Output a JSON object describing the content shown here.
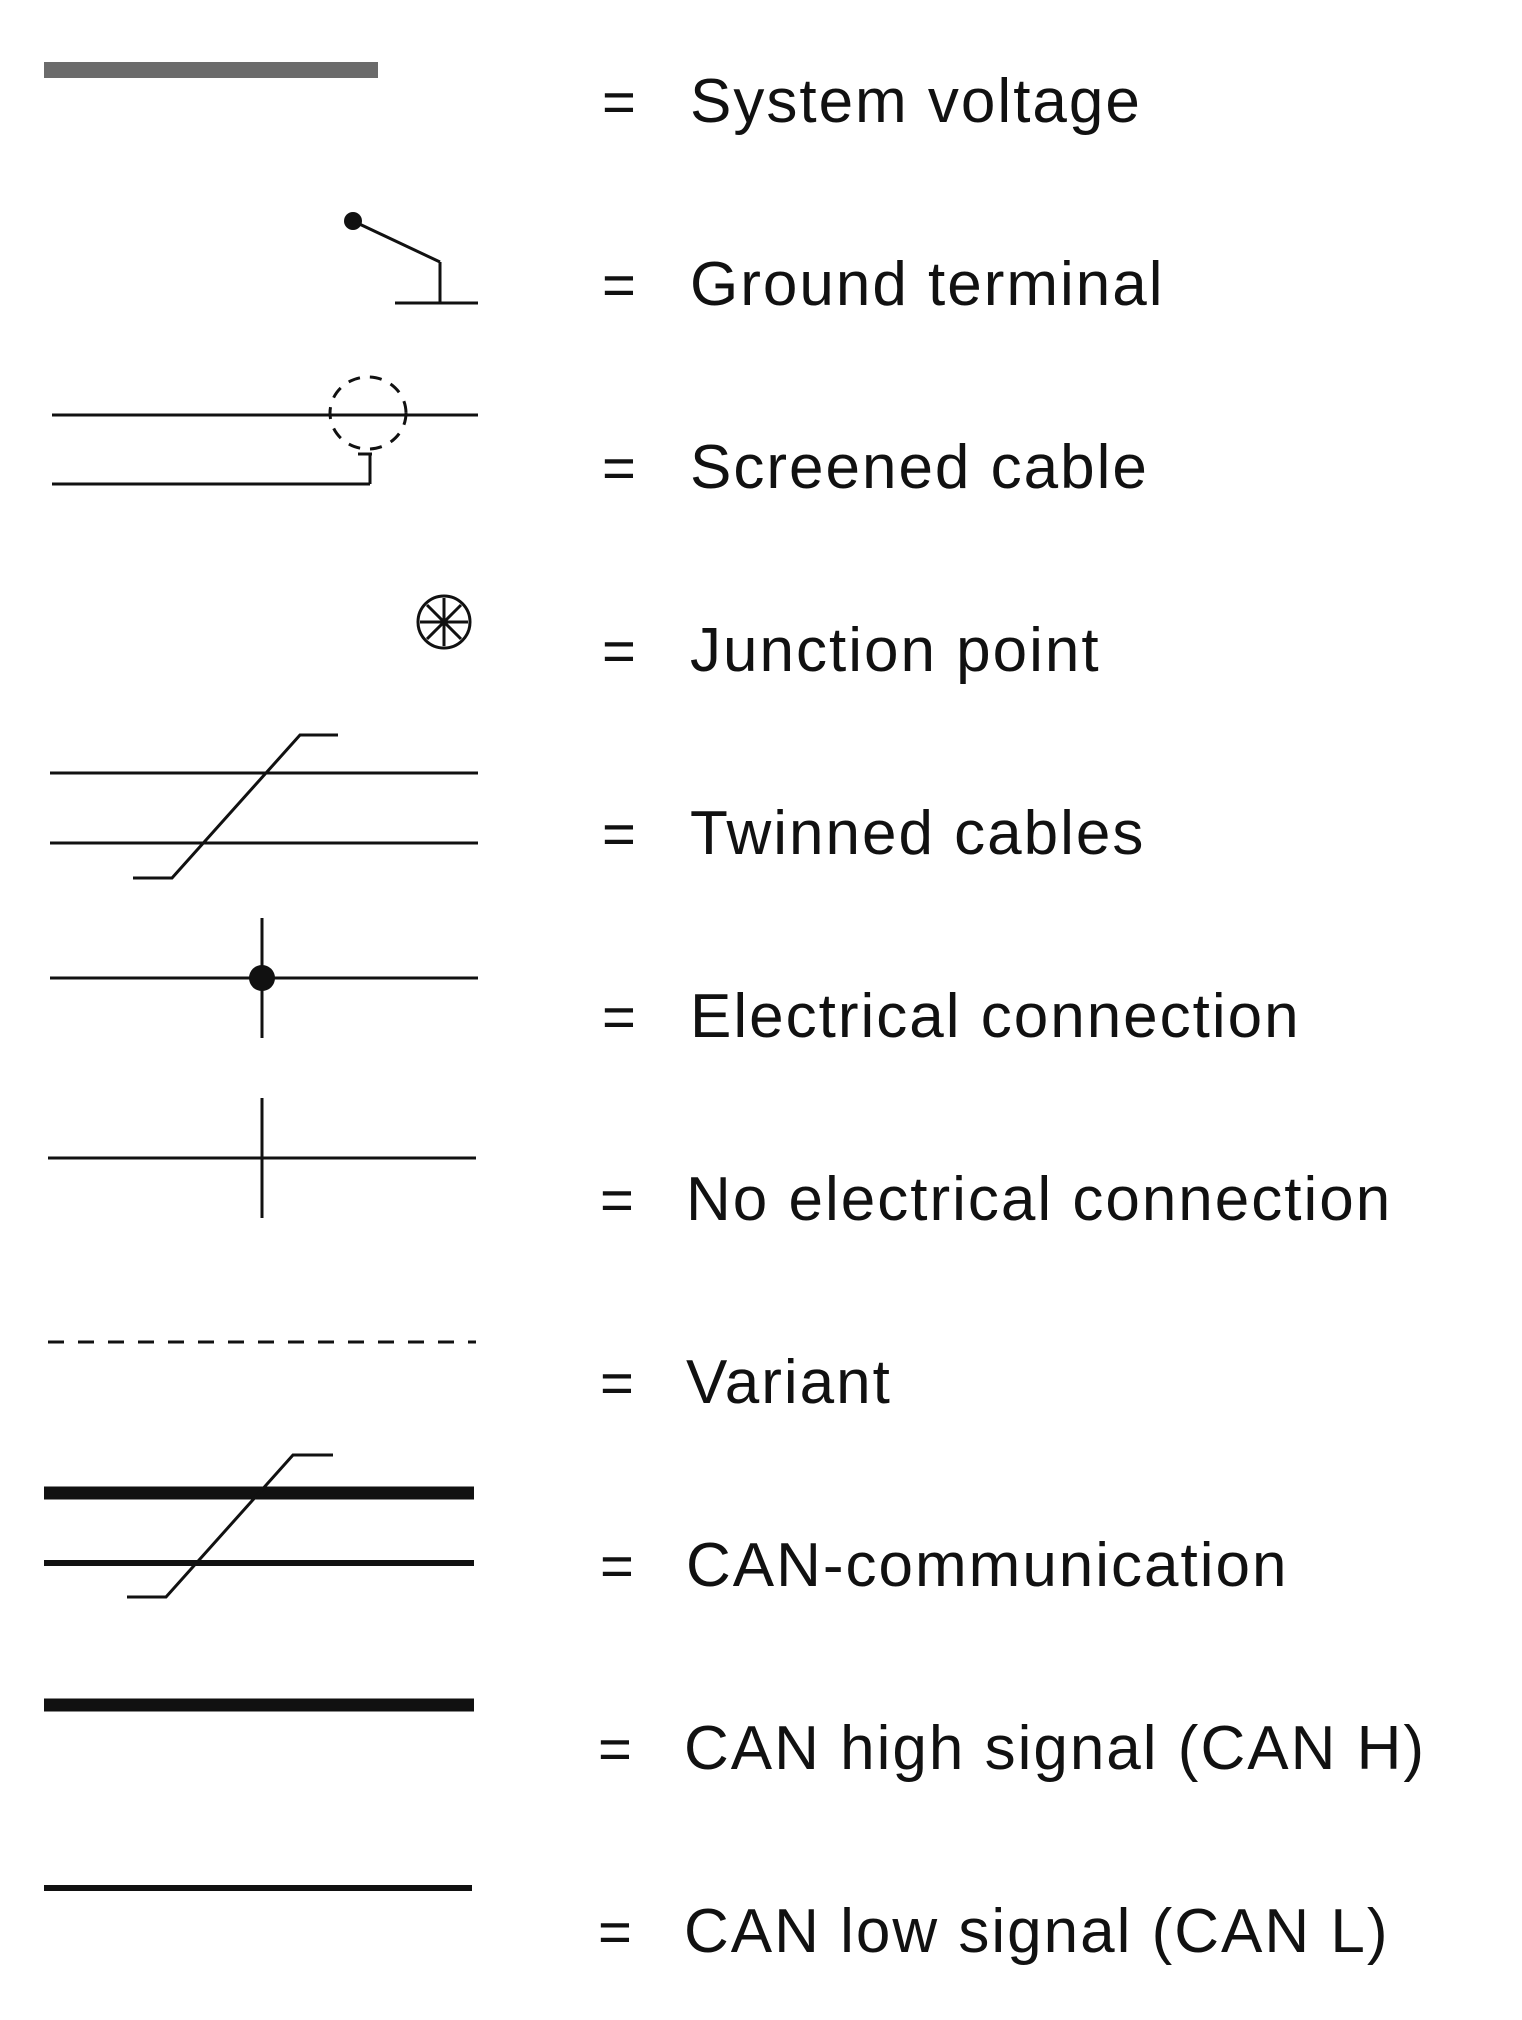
{
  "legend": {
    "equals_sign": "=",
    "colors": {
      "ink": "#111111",
      "system_voltage_line": "#6b6b6b",
      "background": "#ffffff"
    },
    "items": [
      {
        "symbol": "system-voltage-symbol",
        "label": "System voltage"
      },
      {
        "symbol": "ground-terminal-symbol",
        "label": "Ground terminal"
      },
      {
        "symbol": "screened-cable-symbol",
        "label": "Screened cable"
      },
      {
        "symbol": "junction-point-symbol",
        "label": "Junction point"
      },
      {
        "symbol": "twinned-cables-symbol",
        "label": "Twinned cables"
      },
      {
        "symbol": "electrical-connection-symbol",
        "label": "Electrical connection"
      },
      {
        "symbol": "no-electrical-connection-symbol",
        "label": "No electrical connection"
      },
      {
        "symbol": "variant-symbol",
        "label": "Variant"
      },
      {
        "symbol": "can-communication-symbol",
        "label": "CAN-communication"
      },
      {
        "symbol": "can-high-signal-symbol",
        "label": "CAN high signal (CAN H)"
      },
      {
        "symbol": "can-low-signal-symbol",
        "label": "CAN low signal (CAN L)"
      }
    ]
  }
}
